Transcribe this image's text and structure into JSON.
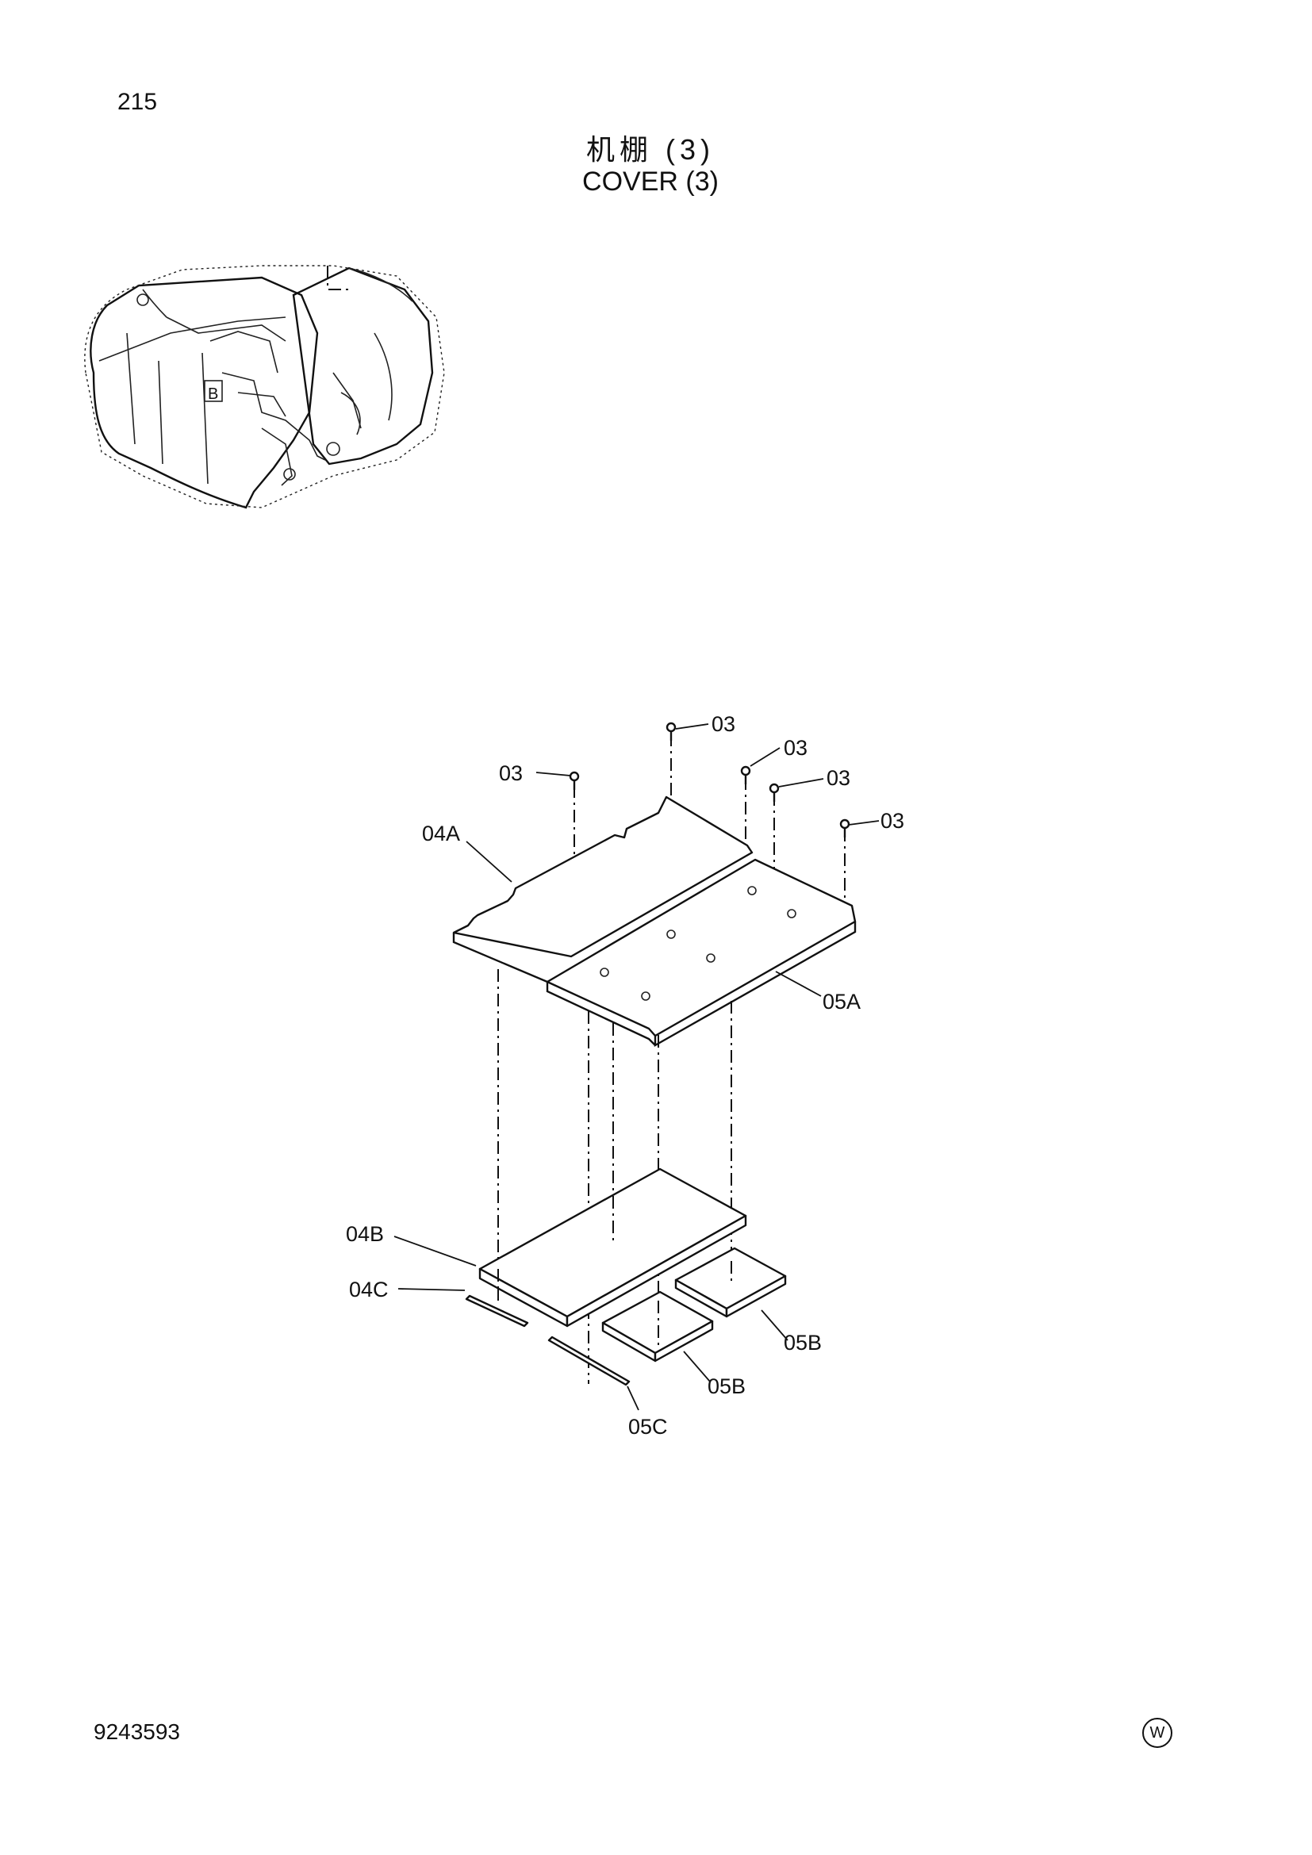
{
  "page": {
    "page_number": "215",
    "title_cn": "机棚 (3)",
    "title_en": "COVER (3)",
    "doc_number": "9243593",
    "mark": "W"
  },
  "overview": {
    "view_label": "B"
  },
  "parts": {
    "bolt_03": "03",
    "cover_04A": "04A",
    "cover_05A": "05A",
    "pad_04B": "04B",
    "strip_04C": "04C",
    "pad_05B": "05B",
    "strip_05C": "05C"
  }
}
